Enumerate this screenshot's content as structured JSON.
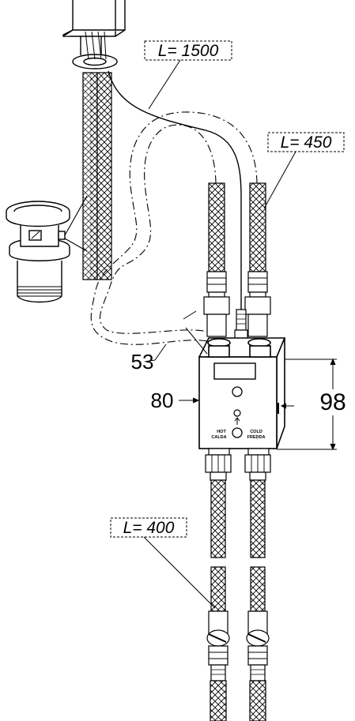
{
  "dimensions": {
    "supply_hose_length": "L= 1500",
    "flex_hose_length": "L= 450",
    "outlet_hose_length": "L= 400",
    "depth": "53",
    "width": "80",
    "height": "98"
  },
  "box_labels": {
    "hot": "HOT",
    "hot_it": "CALDA",
    "cold": "COLD",
    "cold_it": "FREDDA"
  }
}
